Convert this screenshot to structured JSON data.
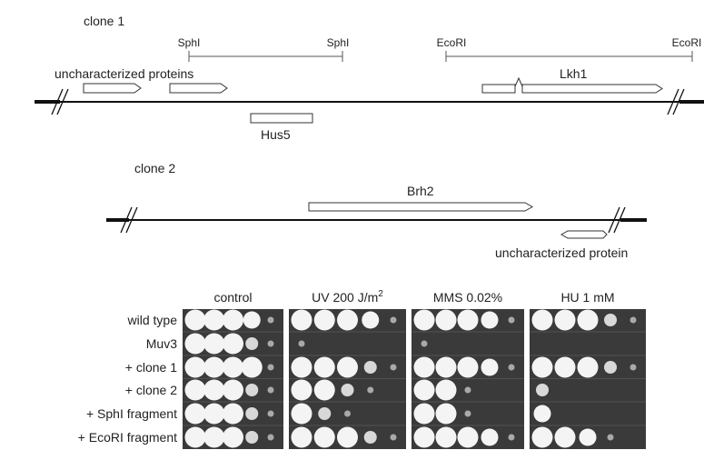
{
  "clone1": {
    "title": "clone 1",
    "sites": {
      "sphI_left": "SphI",
      "sphI_right": "SphI",
      "ecoRI_left": "EcoRI",
      "ecoRI_right": "EcoRI"
    },
    "genes": {
      "uncharacterized": "uncharacterized proteins",
      "hus5": "Hus5",
      "lkh1": "Lkh1"
    }
  },
  "clone2": {
    "title": "clone 2",
    "genes": {
      "brh2": "Brh2",
      "uncharacterized": "uncharacterized protein"
    }
  },
  "spot_assay": {
    "conditions": [
      {
        "label": "control",
        "superscript": ""
      },
      {
        "label": "UV 200 J/m",
        "superscript": "2"
      },
      {
        "label": "MMS 0.02%",
        "superscript": ""
      },
      {
        "label": "HU 1 mM",
        "superscript": ""
      }
    ],
    "strains": [
      "wild type",
      "Muv3",
      "+ clone 1",
      "+ clone 2",
      "+ SphI fragment",
      "+ EcoRI fragment"
    ],
    "growth": [
      [
        [
          4,
          4,
          4,
          3,
          1
        ],
        [
          4,
          4,
          4,
          3,
          1
        ],
        [
          4,
          4,
          4,
          3,
          1
        ],
        [
          4,
          4,
          4,
          2,
          1
        ]
      ],
      [
        [
          4,
          4,
          4,
          2,
          1
        ],
        [
          1,
          0,
          0,
          0,
          0
        ],
        [
          1,
          0,
          0,
          0,
          0
        ],
        [
          0,
          0,
          0,
          0,
          0
        ]
      ],
      [
        [
          4,
          4,
          4,
          4,
          1
        ],
        [
          4,
          4,
          4,
          2,
          1
        ],
        [
          4,
          4,
          4,
          3,
          1
        ],
        [
          4,
          4,
          4,
          2,
          1
        ]
      ],
      [
        [
          4,
          4,
          4,
          2,
          1
        ],
        [
          4,
          4,
          2,
          1,
          0
        ],
        [
          4,
          4,
          1,
          0,
          0
        ],
        [
          2,
          0,
          0,
          0,
          0
        ]
      ],
      [
        [
          4,
          4,
          4,
          2,
          1
        ],
        [
          4,
          2,
          1,
          0,
          0
        ],
        [
          4,
          4,
          1,
          0,
          0
        ],
        [
          3,
          0,
          0,
          0,
          0
        ]
      ],
      [
        [
          4,
          4,
          4,
          2,
          1
        ],
        [
          4,
          4,
          4,
          2,
          1
        ],
        [
          4,
          4,
          4,
          3,
          1
        ],
        [
          4,
          4,
          3,
          1,
          0
        ]
      ]
    ],
    "colors": {
      "panel": "#3a3a3a",
      "spot": "#f4f4f4"
    }
  }
}
